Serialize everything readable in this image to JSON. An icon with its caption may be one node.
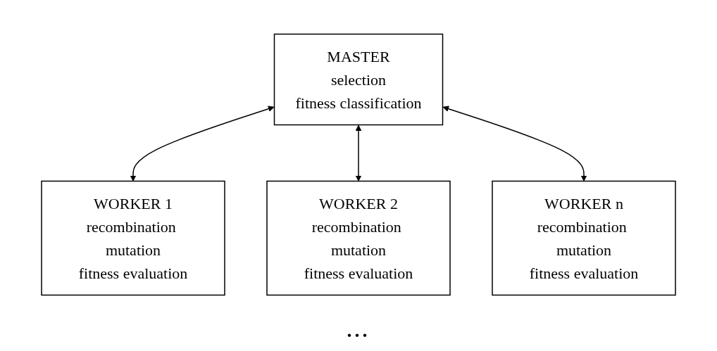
{
  "diagram": {
    "nodes": [
      {
        "text": [
          "MASTER",
          "selection",
          "fitness classification"
        ]
      },
      {
        "text": [
          "WORKER 1",
          "recombination mutation",
          "fitness evaluation"
        ]
      },
      {
        "text": [
          "WORKER 2",
          "recombination mutation",
          "fitness evaluation"
        ]
      },
      {
        "text": [
          "WORKER n",
          "recombination mutation",
          "fitness evaluation"
        ]
      }
    ],
    "edges": [
      {
        "from": 0,
        "to": 1,
        "arrow": "both"
      },
      {
        "from": 0,
        "to": 2,
        "arrow": "both"
      },
      {
        "from": 0,
        "to": 3,
        "arrow": "both"
      }
    ],
    "labels": [
      "..."
    ]
  }
}
